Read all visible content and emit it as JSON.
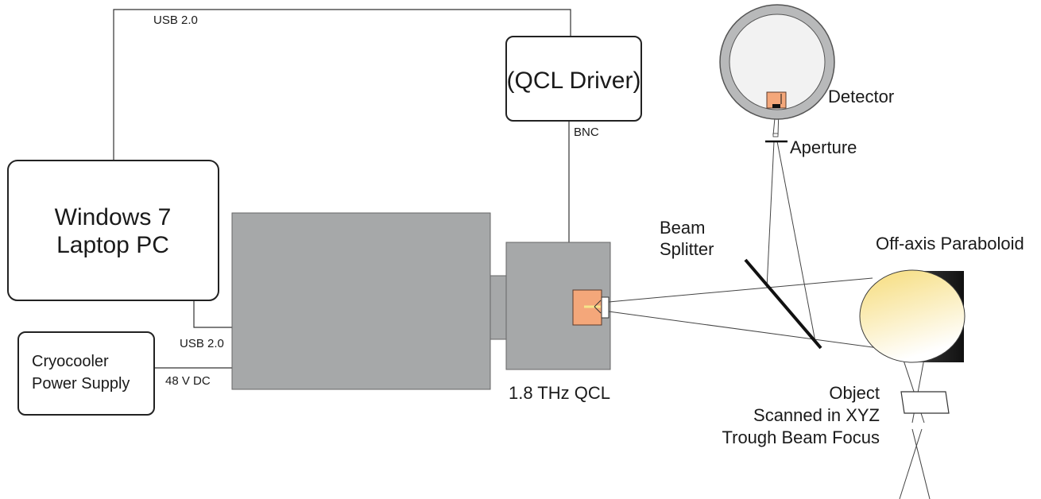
{
  "labels": {
    "usb_top": "USB 2.0",
    "qcl_driver": "(QCL Driver)",
    "bnc": "BNC",
    "laptop_line1": "Windows 7",
    "laptop_line2": "Laptop PC",
    "usb_bottom": "USB 2.0",
    "cryo_line1": "Cryocooler",
    "cryo_line2": "Power Supply",
    "dc": "48 V DC",
    "qcl": "1.8 THz QCL",
    "detector": "Detector",
    "aperture": "Aperture",
    "beam_splitter_line1": "Beam",
    "beam_splitter_line2": "Splitter",
    "paraboloid": "Off-axis Paraboloid",
    "object_line1": "Object",
    "object_line2": "Scanned in XYZ",
    "object_line3": "Trough Beam Focus"
  },
  "colors": {
    "cryostat": "#a6a8a9",
    "qcl_chip": "#f4a77a",
    "detector_ring": "#b8b9ba",
    "mirror_yellow": "#f6e08a",
    "mirror_dark": "#1e1e1e"
  }
}
